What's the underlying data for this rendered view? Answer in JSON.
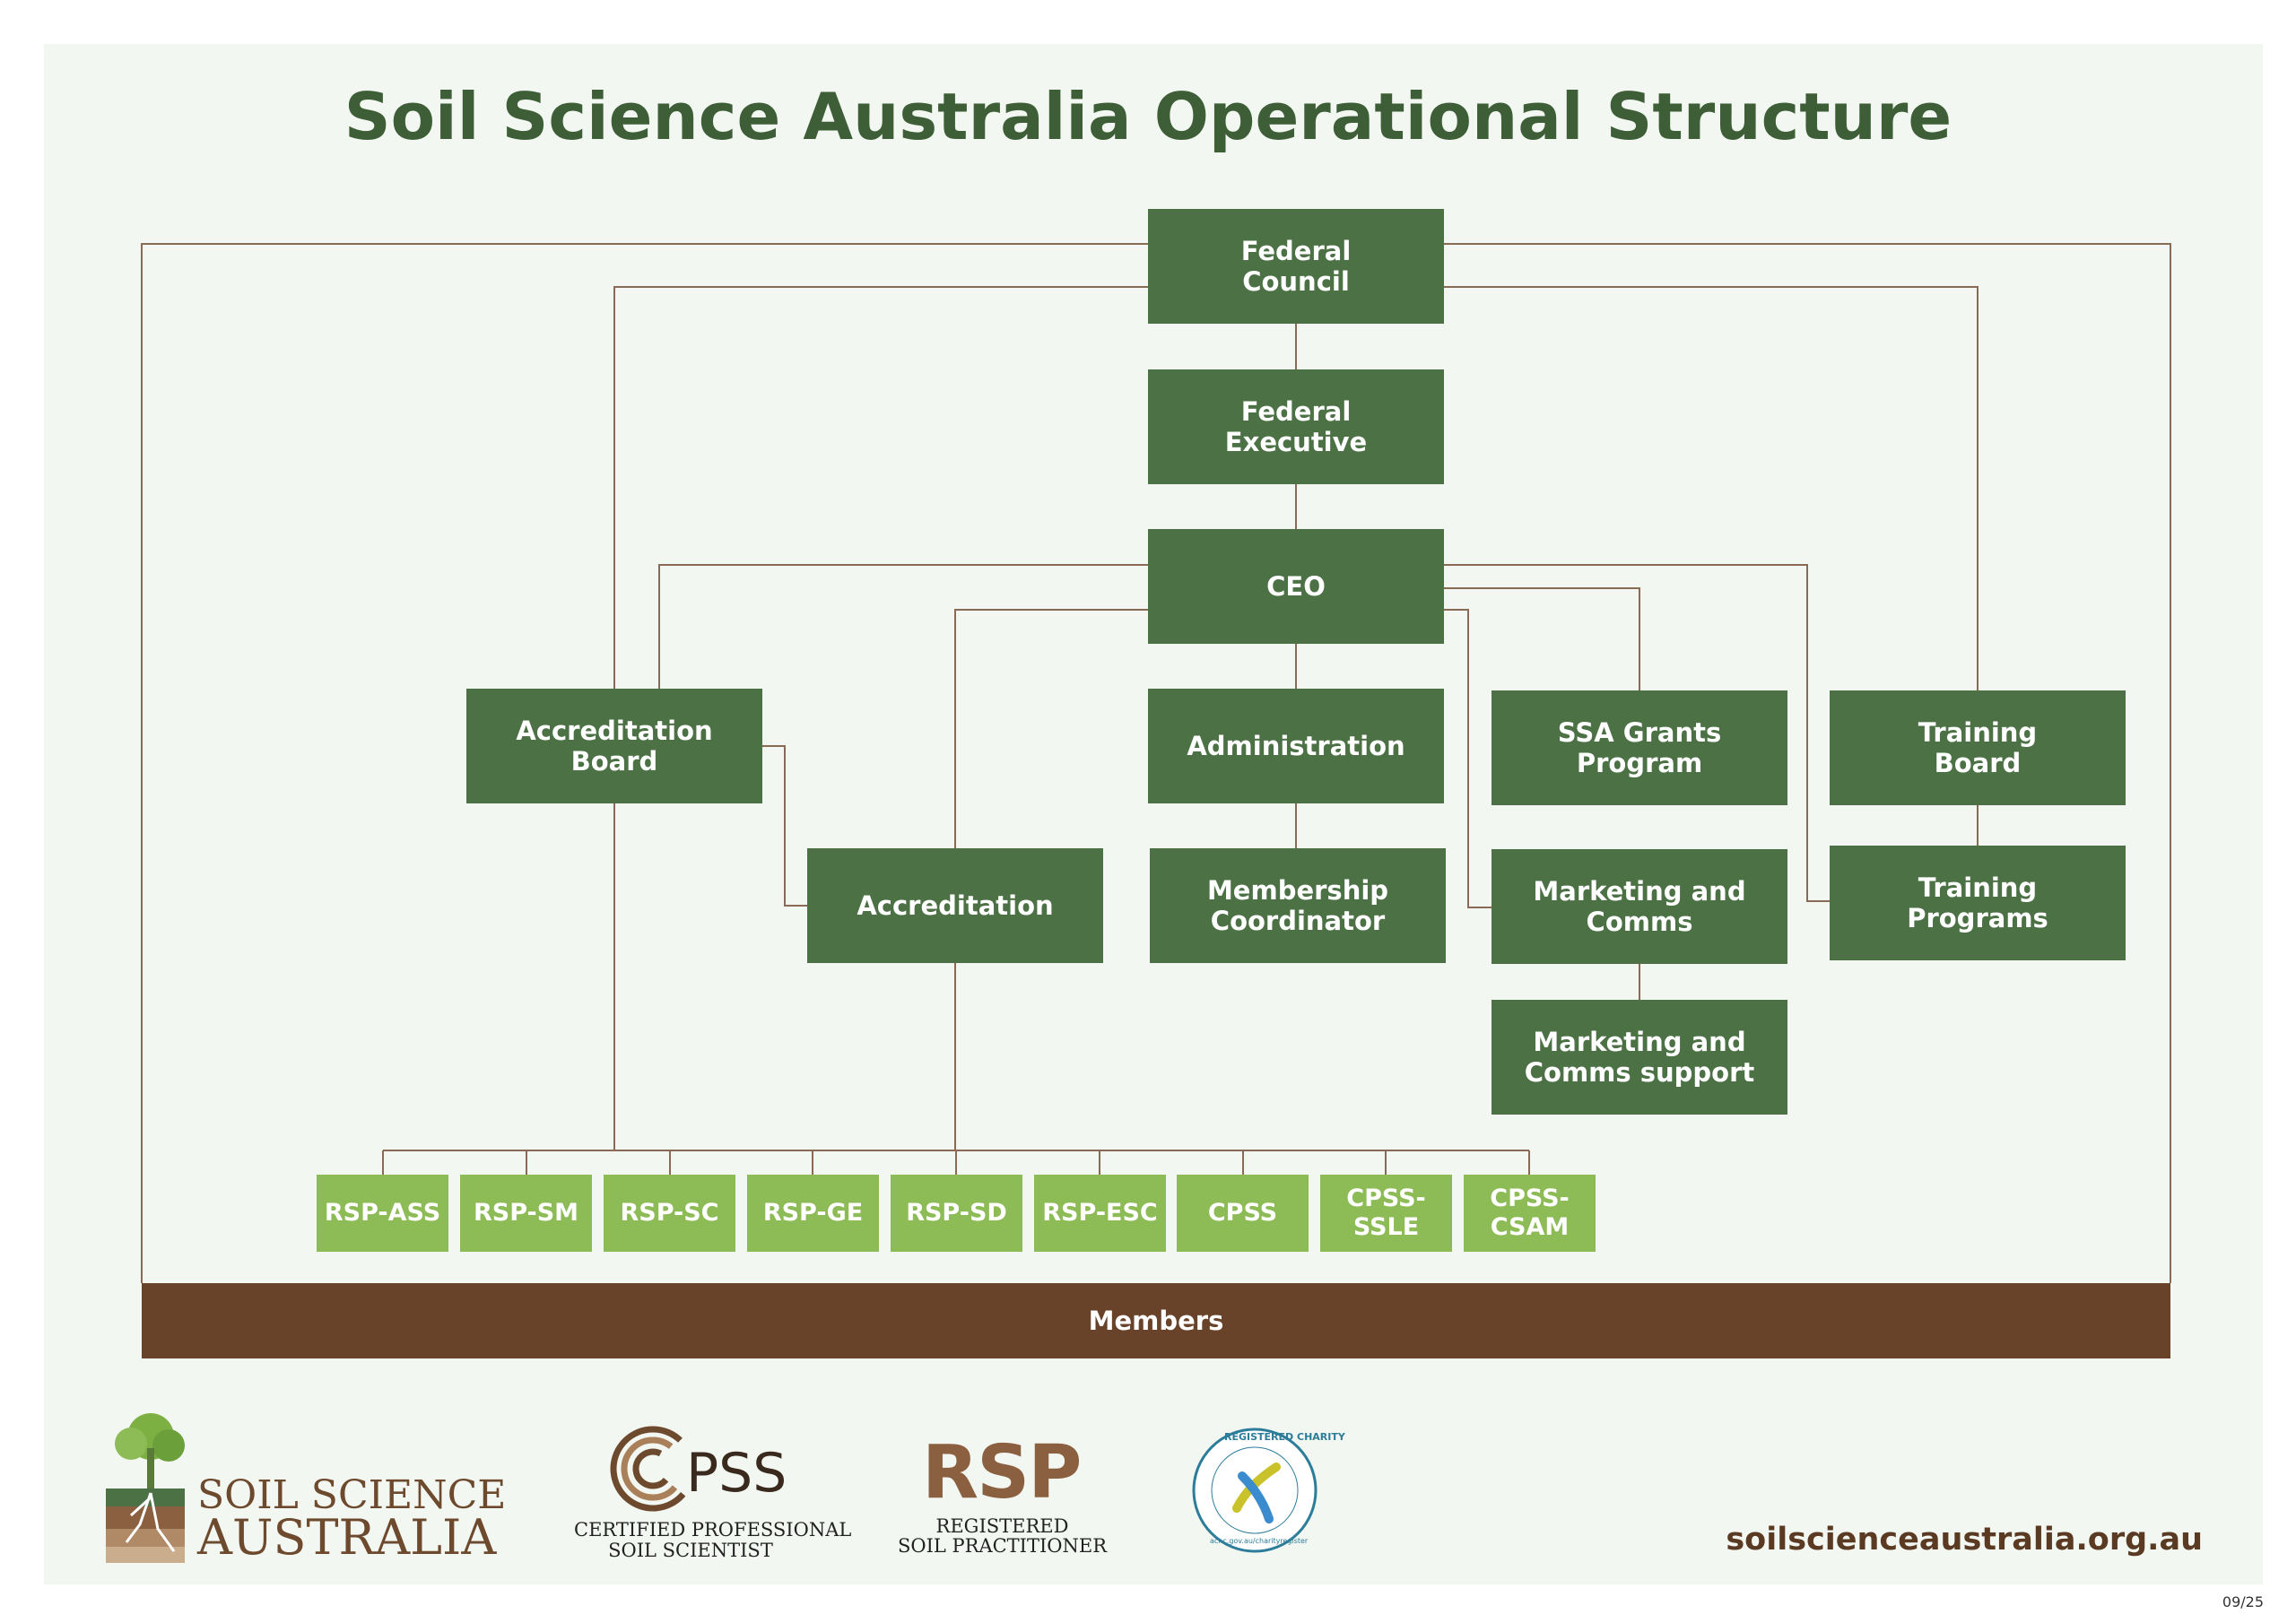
{
  "title": "Soil Science Australia Operational Structure",
  "nodes": {
    "federal_council": "Federal\nCouncil",
    "federal_executive": "Federal\nExecutive",
    "ceo": "CEO",
    "accreditation_board": "Accreditation\nBoard",
    "accreditation": "Accreditation",
    "administration": "Administration",
    "membership_coordinator": "Membership\nCoordinator",
    "ssa_grants_program": "SSA Grants\nProgram",
    "marketing_and_comms": "Marketing and\nComms",
    "marketing_and_comms_support": "Marketing and\nComms support",
    "training_board": "Training\nBoard",
    "training_programs": "Training\nPrograms"
  },
  "credentials": [
    "RSP-ASS",
    "RSP-SM",
    "RSP-SC",
    "RSP-GE",
    "RSP-SD",
    "RSP-ESC",
    "CPSS",
    "CPSS-\nSSLE",
    "CPSS-\nCSAM"
  ],
  "members": "Members",
  "logos": {
    "ssa_line1": "SOIL SCIENCE",
    "ssa_line2": "AUSTRALIA",
    "cpss_mark": "PSS",
    "cpss_line1": "CERTIFIED PROFESSIONAL",
    "cpss_line2": "SOIL SCIENTIST",
    "rsp_mark": "RSP",
    "rsp_line1": "REGISTERED",
    "rsp_line2": "SOIL PRACTITIONER",
    "charity_top": "REGISTERED CHARITY",
    "charity_bottom": "acnc.gov.au/charityregister"
  },
  "website": "soilscienceaustralia.org.au",
  "page_number": "09/25",
  "colors": {
    "dark_green": "#4b7145",
    "light_green": "#8dbb55",
    "brown": "#68432a",
    "title_green": "#3d5e36",
    "connector": "#8a6a55"
  }
}
